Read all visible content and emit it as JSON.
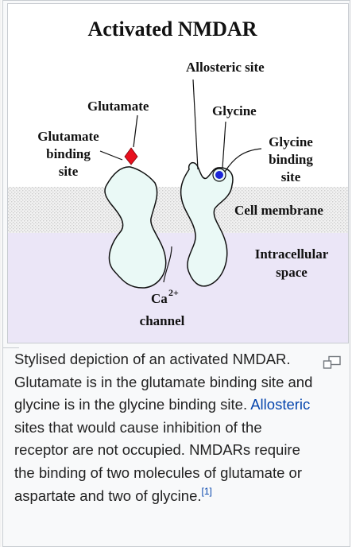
{
  "diagram": {
    "title": "Activated NMDAR",
    "labels": {
      "allosteric_site": "Allosteric site",
      "glutamate": "Glutamate",
      "glycine": "Glycine",
      "glutamate_binding_site": [
        "Glutamate",
        "binding",
        "site"
      ],
      "glycine_binding_site": [
        "Glycine",
        "binding",
        "site"
      ],
      "cell_membrane": "Cell membrane",
      "intracellular_space": [
        "Intracellular",
        "space"
      ],
      "ca": "Ca",
      "ca_superscript": "2+",
      "channel": "channel"
    },
    "colors": {
      "membrane_pattern": "#d6d6d6",
      "intracellular": "#ebe6f7",
      "receptor_fill": "#eaf9f6",
      "glutamate_marker": "#e8101e",
      "glycine_marker": "#1a24d8"
    }
  },
  "caption": {
    "text_before_link": "Stylised depiction of an activated NMDAR. Glutamate is in the glutamate binding site and glycine is in the glycine binding site.",
    "link_text": "Allosteric",
    "text_after_link": "sites that would cause inhibition of the receptor are not occupied. NMDARs require the binding of two molecules of glutamate or aspartate and two of glycine.",
    "reference": "[1]",
    "enlarge_icon": "magnify-clip-icon"
  }
}
